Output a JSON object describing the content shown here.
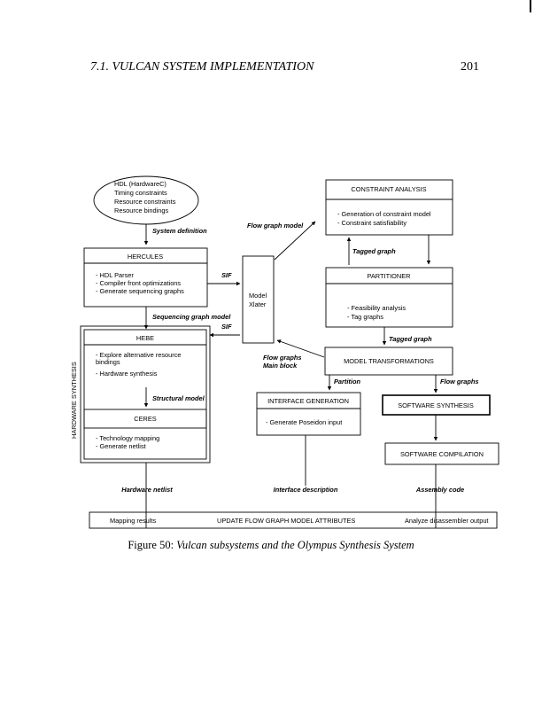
{
  "header": {
    "section": "7.1.  VULCAN SYSTEM IMPLEMENTATION",
    "page_number": "201"
  },
  "diagram": {
    "hdl_input": [
      "HDL (HardwareC)",
      "Timing constraints",
      "Resource constraints",
      "Resource bindings"
    ],
    "labels": {
      "system_definition": "System definition",
      "flow_graph_model": "Flow graph model",
      "sif_top": "SIF",
      "sequencing_graph_model": "Sequencing graph model",
      "sif_bottom": "SIF",
      "tagged_graph_1": "Tagged graph",
      "tagged_graph_2": "Tagged graph",
      "flow_graphs_main_1": "Flow graphs",
      "flow_graphs_main_2": "Main block",
      "partition": "Partition",
      "flow_graphs": "Flow graphs",
      "structural_model": "Structural model",
      "hardware_netlist": "Hardware netlist",
      "interface_description": "Interface description",
      "assembly_code": "Assembly code"
    },
    "hercules": {
      "title": "HERCULES",
      "items": [
        "- HDL Parser",
        "- Compiler front optimizations",
        "- Generate sequencing graphs"
      ]
    },
    "model_xlater": [
      "Model",
      "Xlater"
    ],
    "hardware_synthesis": "HARDWARE SYNTHESIS",
    "hebe": {
      "title": "HEBE",
      "items": [
        "- Explore alternative resource",
        "  bindings",
        "- Hardware synthesis"
      ]
    },
    "ceres": {
      "title": "CERES",
      "items": [
        "- Technology mapping",
        "- Generate netlist"
      ]
    },
    "constraint_analysis": {
      "title": "CONSTRAINT ANALYSIS",
      "items": [
        "- Generation of constraint model",
        "- Constraint satisfiability"
      ]
    },
    "partitioner": {
      "title": "PARTITIONER",
      "items": [
        "- Feasibility analysis",
        "- Tag graphs"
      ]
    },
    "model_transformations": "MODEL TRANSFORMATIONS",
    "interface_generation": {
      "title": "INTERFACE GENERATION",
      "items": [
        "- Generate Poseidon input"
      ]
    },
    "software_synthesis": "SOFTWARE SYNTHESIS",
    "software_compilation": "SOFTWARE COMPILATION",
    "bottom_bar": {
      "left": "Mapping results",
      "center": "UPDATE  FLOW  GRAPH  MODEL  ATTRIBUTES",
      "right": "Analyze disassembler output"
    }
  },
  "caption": {
    "prefix": "Figure 50:",
    "text": "Vulcan subsystems and the Olympus Synthesis System"
  }
}
